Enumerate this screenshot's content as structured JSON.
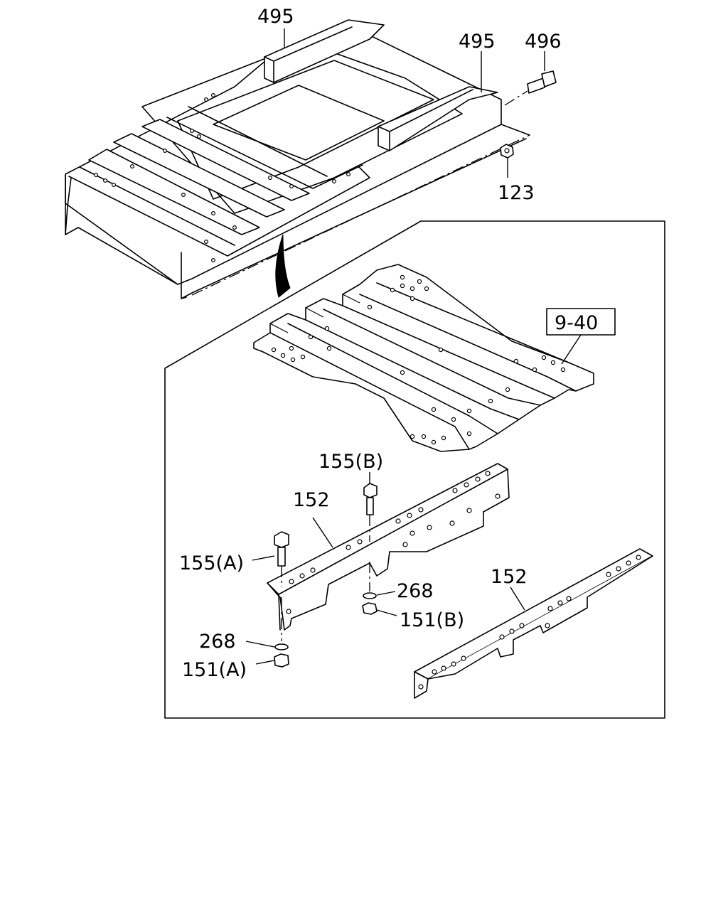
{
  "labels": {
    "p495_left": "495",
    "p495_right": "495",
    "p496": "496",
    "p123": "123",
    "ref_9_40": "9-40",
    "p155b": "155(B)",
    "p152_left": "152",
    "p155a": "155(A)",
    "p268_right": "268",
    "p151b": "151(B)",
    "p268_left": "268",
    "p151a": "151(A)",
    "p152_right": "152"
  }
}
